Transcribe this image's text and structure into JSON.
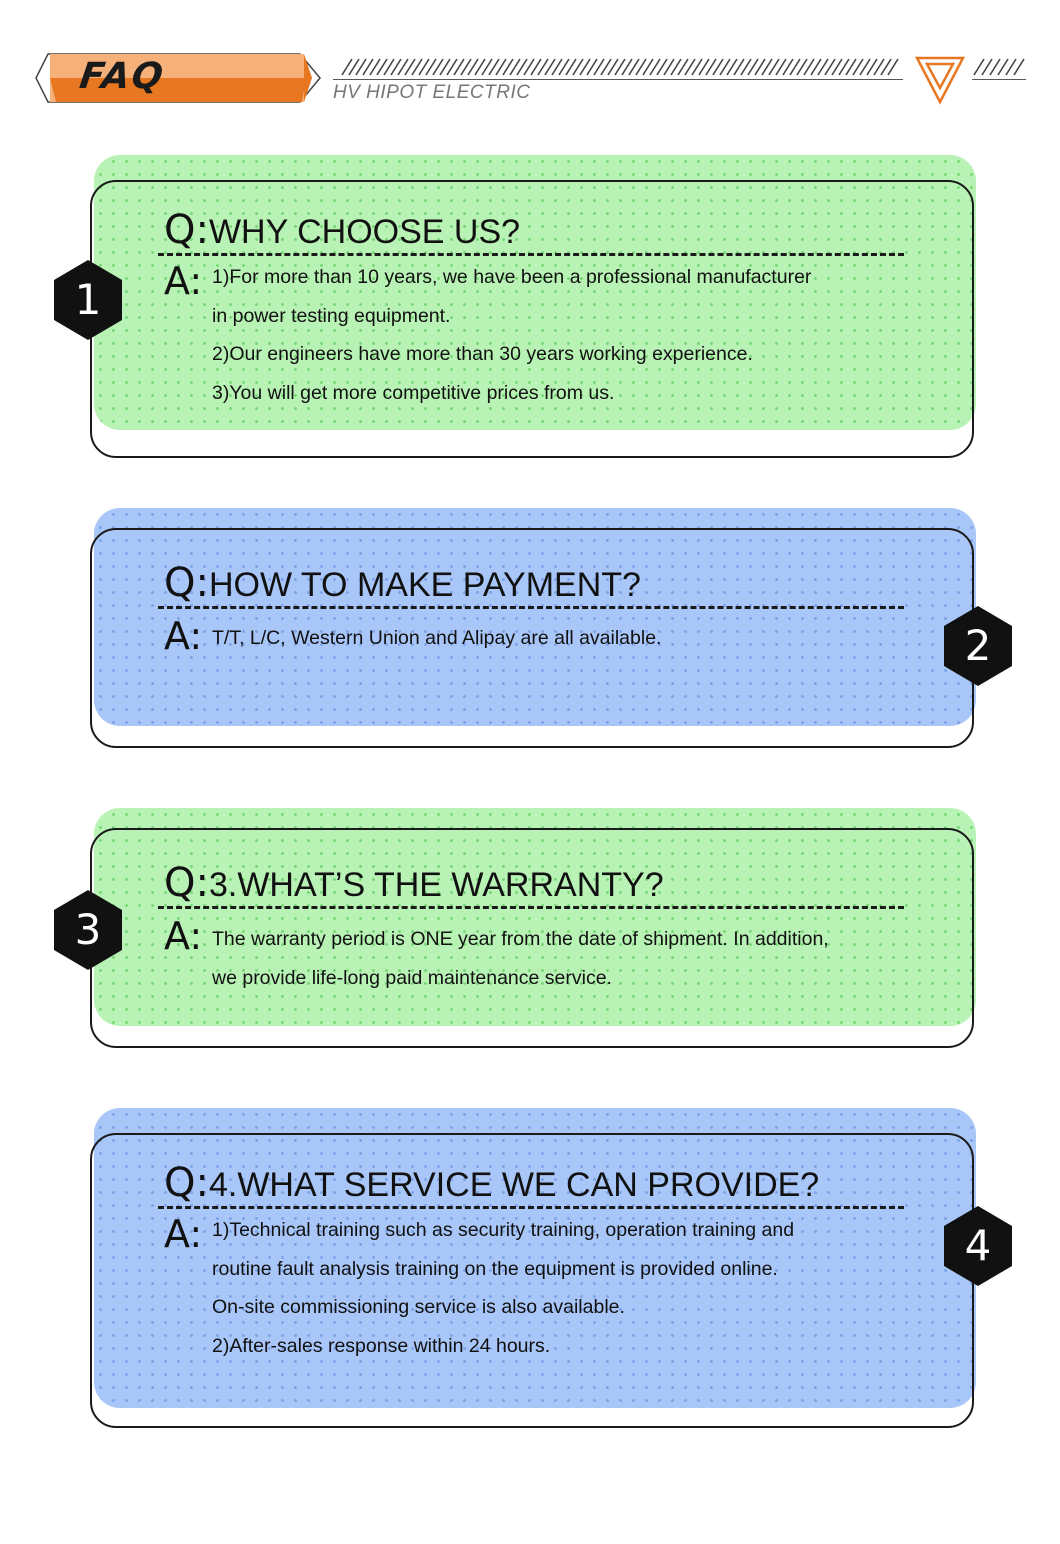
{
  "header": {
    "faq_label": "FAQ",
    "brand": "HV HIPOT ELECTRIC",
    "colors": {
      "tag_orange": "#e87722",
      "tag_light": "#f6b07a",
      "triangle": "#e87722"
    }
  },
  "faqs": [
    {
      "number": "1",
      "q_prefix": "Q:",
      "question": "WHY CHOOSE US?",
      "a_prefix": "A:",
      "answer_lines": [
        "1)For more than 10 years, we have been a professional manufacturer",
        "in power testing equipment.",
        "2)Our engineers have more than 30 years working experience.",
        "3)You will get more competitive prices from us."
      ],
      "color": "green"
    },
    {
      "number": "2",
      "q_prefix": "Q:",
      "question": "HOW TO MAKE PAYMENT?",
      "a_prefix": "A:",
      "answer_lines": [
        "T/T, L/C, Western Union and Alipay are all available."
      ],
      "color": "blue"
    },
    {
      "number": "3",
      "q_prefix": "Q:",
      "question": "3.WHAT’S THE WARRANTY?",
      "a_prefix": "A:",
      "answer_lines": [
        "The warranty period is ONE year from the date of shipment. In addition,",
        "we provide life-long paid maintenance service."
      ],
      "color": "green"
    },
    {
      "number": "4",
      "q_prefix": "Q:",
      "question": "4.WHAT SERVICE WE CAN PROVIDE?",
      "a_prefix": "A:",
      "answer_lines": [
        "1)Technical training such as security training, operation training and",
        "routine fault analysis training on the equipment is provided online.",
        "On-site commissioning service is also available.",
        "2)After-sales response within 24 hours."
      ],
      "color": "blue"
    }
  ],
  "icons": {
    "hexagon_badge": "hexagon-icon",
    "header_triangle": "triangle-icon"
  }
}
